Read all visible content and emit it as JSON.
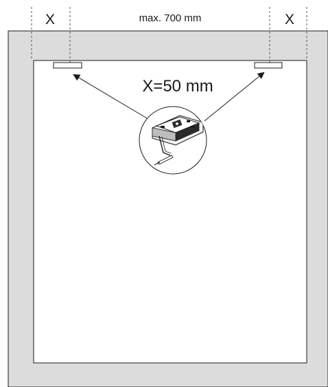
{
  "dimensions": {
    "left_x_label": "X",
    "right_x_label": "X",
    "max_width_label": "max. 700 mm"
  },
  "annotation": {
    "x_value_label": "X=50 mm"
  },
  "colors": {
    "panel_fill": "#dcdcdc",
    "inner_fill": "#ffffff",
    "stroke": "#1a1a1a",
    "dashed": "#555555"
  },
  "icons": {
    "detail_icon": "mounting-bracket-icon"
  }
}
